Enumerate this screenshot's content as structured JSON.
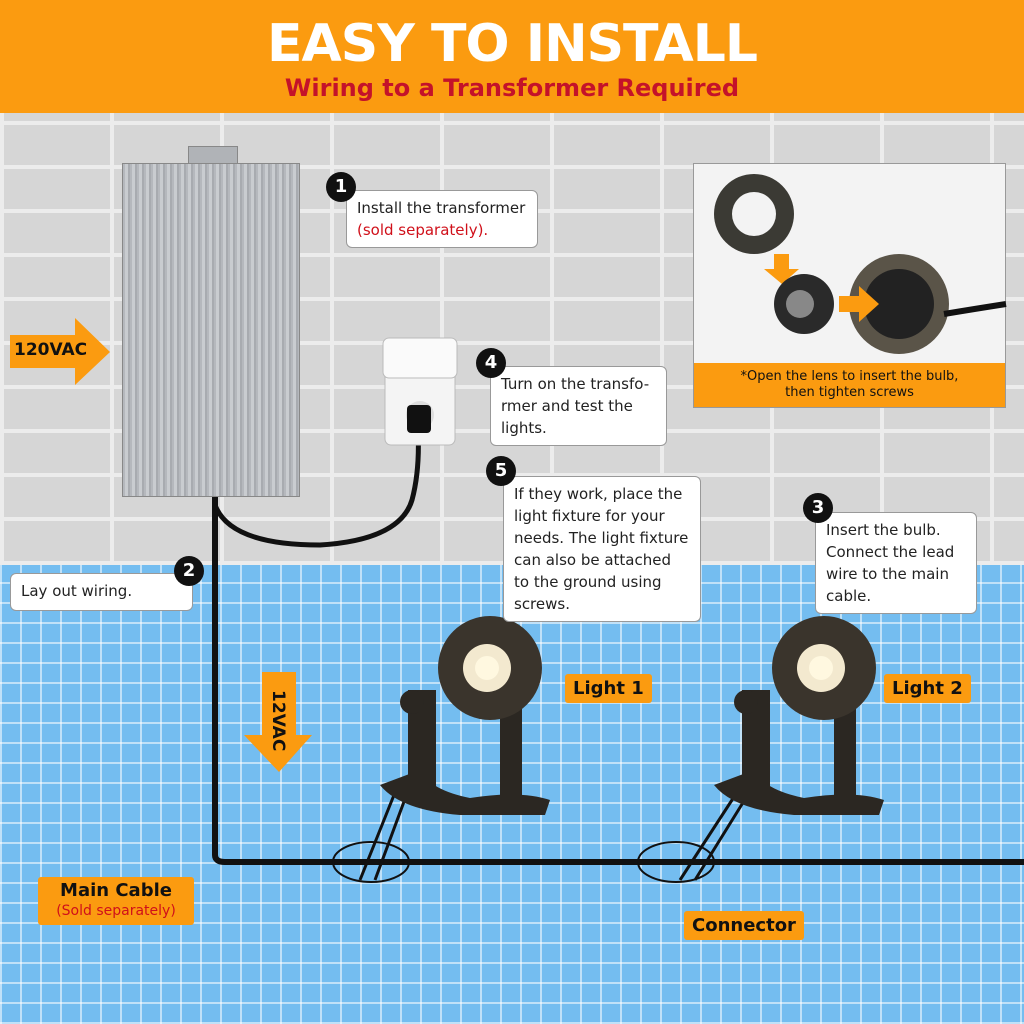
{
  "header": {
    "title": "EASY TO INSTALL",
    "subtitle": "Wiring to a Transformer Required"
  },
  "labels": {
    "vac120": "120VAC",
    "vac12": "12VAC"
  },
  "steps": [
    {
      "number": "1",
      "text": "Install the transformer",
      "note": "(sold separately)."
    },
    {
      "number": "2",
      "text": "Lay out wiring."
    },
    {
      "number": "3",
      "text": "Insert the bulb. Connect the lead wire to the main cable."
    },
    {
      "number": "4",
      "text": "Turn on the transfo-rmer and test the lights."
    },
    {
      "number": "5",
      "text": "If they work, place the light fixture for your needs. The light fixture can also be attached to the ground using screws."
    }
  ],
  "inset": {
    "caption_line1": "*Open the lens to insert the bulb,",
    "caption_line2": "then tighten screws"
  },
  "tags": {
    "light1": "Light 1",
    "light2": "Light 2",
    "main_cable": "Main Cable",
    "main_cable_note": "(Sold separately)",
    "connector": "Connector"
  },
  "colors": {
    "accent": "#fb9b10",
    "red": "#c4122a"
  }
}
